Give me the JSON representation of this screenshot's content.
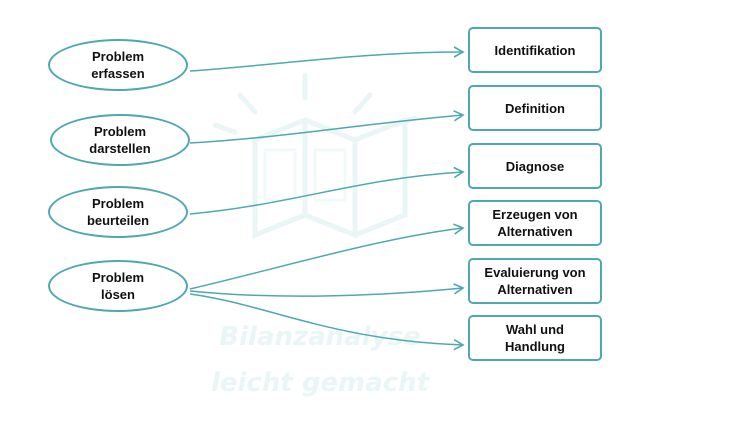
{
  "colors": {
    "border": "#4fa8b0",
    "arrow": "#4fa8b0",
    "text": "#111111",
    "watermark": "#eaf6f6"
  },
  "watermark": {
    "line1": "Bilanzanalyse",
    "line2": "leicht gemacht"
  },
  "ovals": [
    {
      "line1": "Problem",
      "line2": "erfassen"
    },
    {
      "line1": "Problem",
      "line2": "darstellen"
    },
    {
      "line1": "Problem",
      "line2": "beurteilen"
    },
    {
      "line1": "Problem",
      "line2": "lösen"
    }
  ],
  "boxes": [
    {
      "line1": "Identifikation",
      "line2": ""
    },
    {
      "line1": "Definition",
      "line2": ""
    },
    {
      "line1": "Diagnose",
      "line2": ""
    },
    {
      "line1": "Erzeugen von",
      "line2": "Alternativen"
    },
    {
      "line1": "Evaluierung von",
      "line2": "Alternativen"
    },
    {
      "line1": "Wahl und",
      "line2": "Handlung"
    }
  ]
}
